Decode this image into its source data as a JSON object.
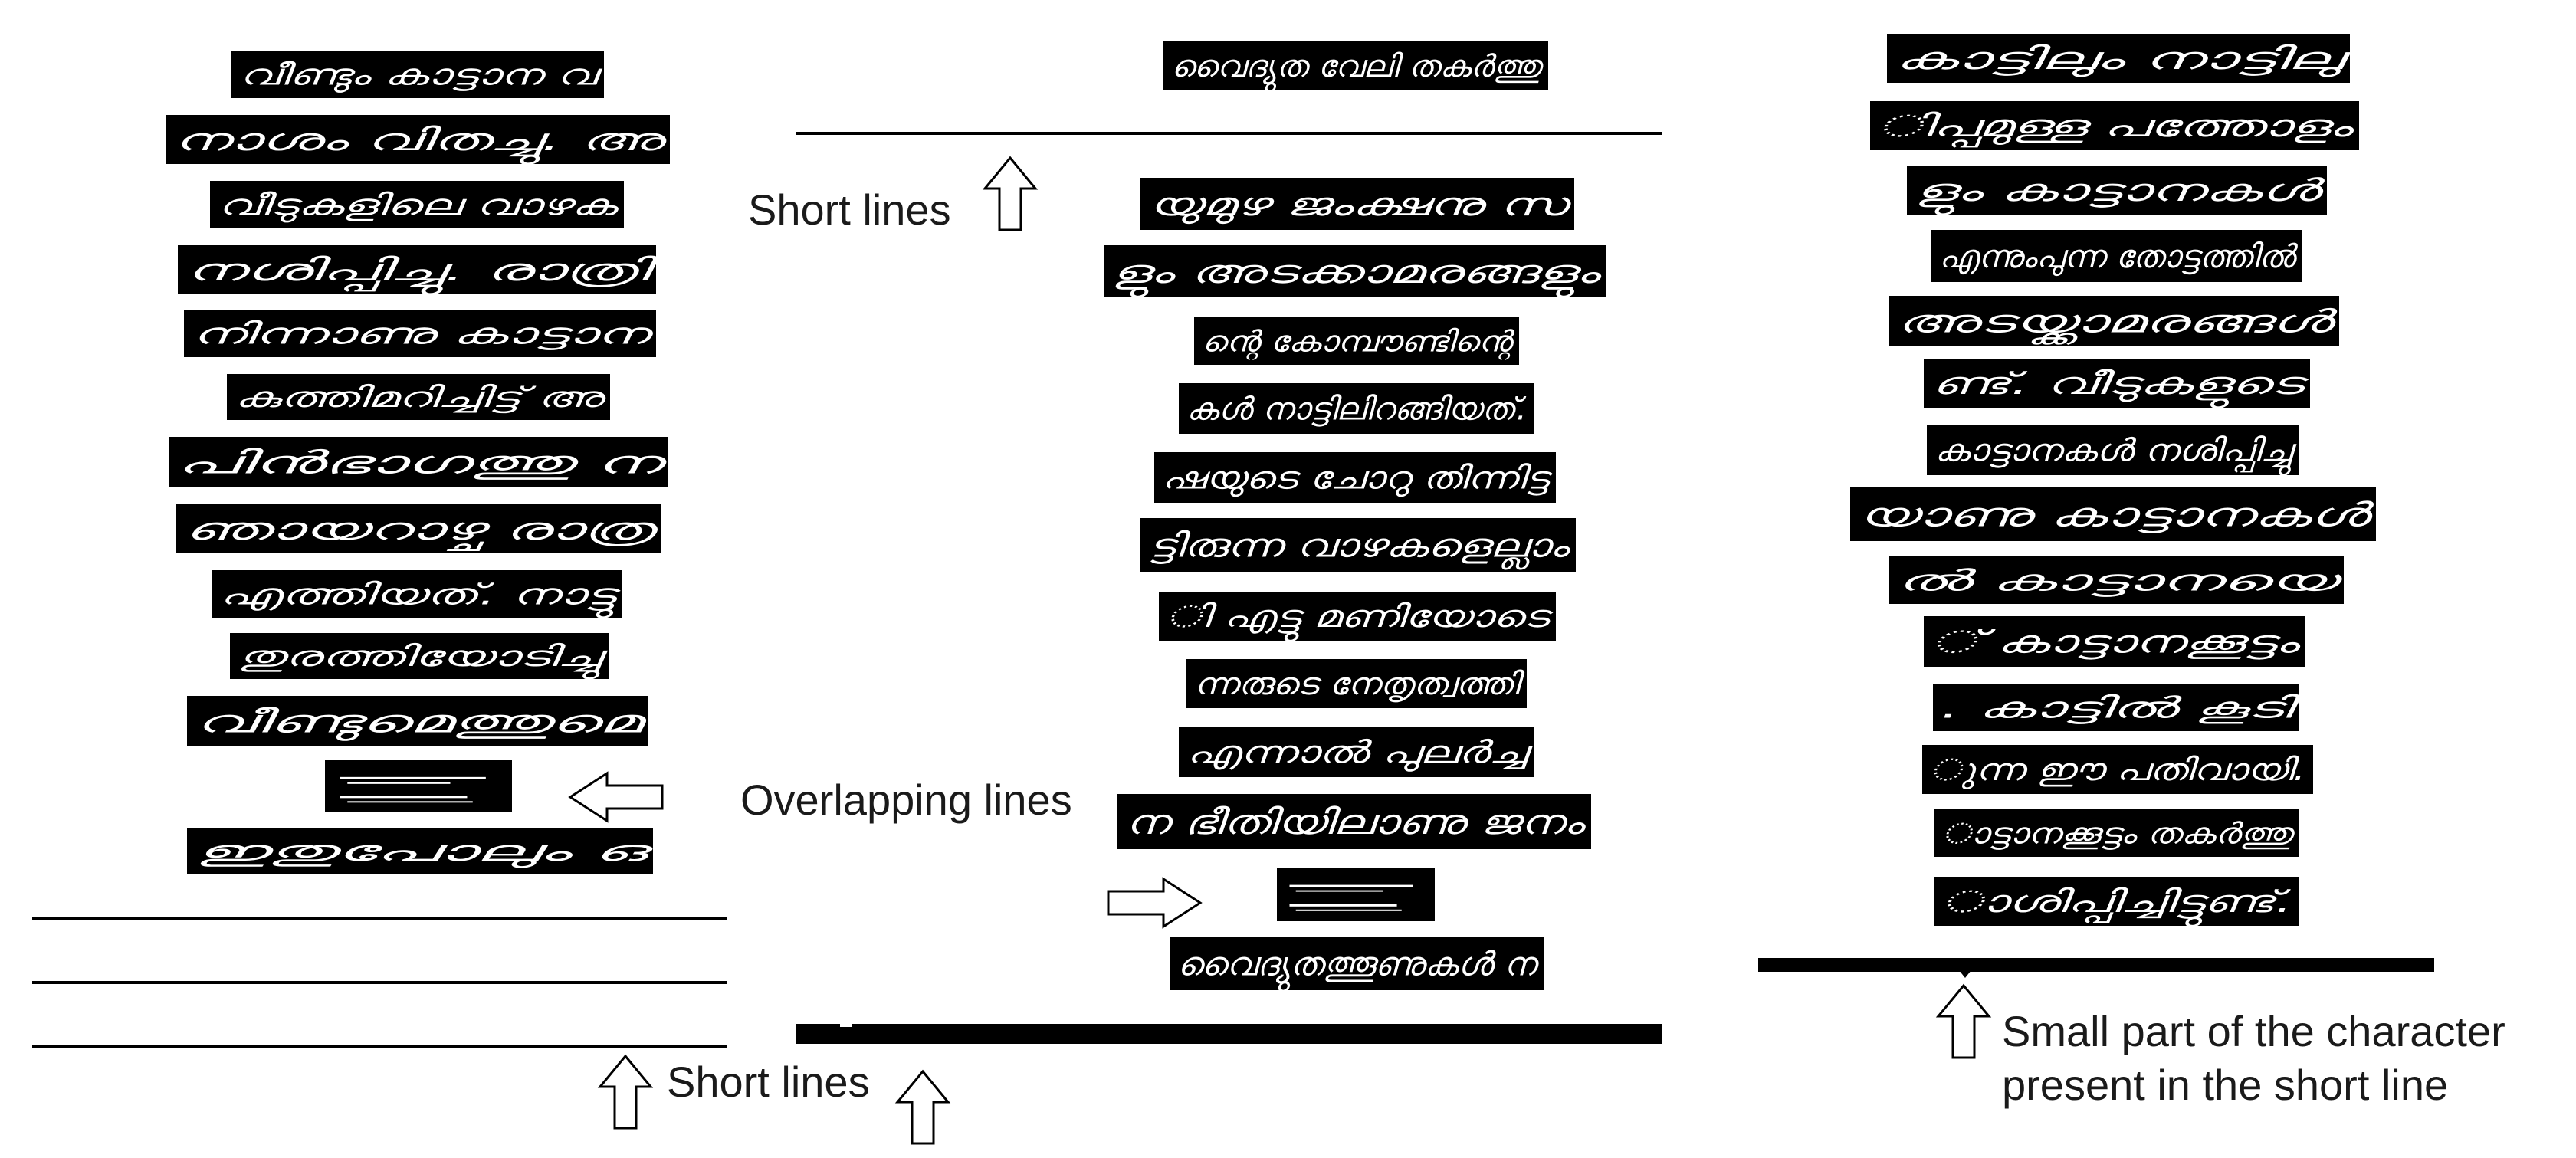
{
  "labels": {
    "short_lines_mid": "Short lines",
    "overlapping_lines": "Overlapping lines",
    "short_lines_bottom": "Short lines",
    "small_part_line1": "Small part of the character",
    "small_part_line2": "present in the short line"
  },
  "columns": [
    {
      "name": "left",
      "segments": [
        {
          "kind": "text",
          "text": "വീണ്ടും കാട്ടാന വ"
        },
        {
          "kind": "text",
          "text": "നാശം വിതച്ചു. അ"
        },
        {
          "kind": "text",
          "text": "വീടുകളിലെ വാഴക"
        },
        {
          "kind": "text",
          "text": "നശിപ്പിച്ചു. രാത്രി"
        },
        {
          "kind": "text",
          "text": "നിന്നാണു കാട്ടാന"
        },
        {
          "kind": "text",
          "text": "കുത്തിമറിച്ചിട്ട് അ"
        },
        {
          "kind": "text",
          "text": "പിൻഭാഗത്തു ന"
        },
        {
          "kind": "text",
          "text": "ഞായറാഴ്ച രാത്ര"
        },
        {
          "kind": "text",
          "text": "എത്തിയത്. നാട്ടു"
        },
        {
          "kind": "text",
          "text": "തുരത്തിയോടിച്ചു"
        },
        {
          "kind": "text",
          "text": "വീണ്ടുമെത്തുമെ"
        },
        {
          "kind": "overlap",
          "text": ""
        },
        {
          "kind": "text",
          "text": "ഇതുപോലും ഒ"
        },
        {
          "kind": "rule",
          "text": ""
        },
        {
          "kind": "rule",
          "text": ""
        },
        {
          "kind": "rule",
          "text": ""
        }
      ]
    },
    {
      "name": "middle",
      "segments": [
        {
          "kind": "text",
          "text": "വൈദ്യുത വേലി തകർത്തു"
        },
        {
          "kind": "rule",
          "text": ""
        },
        {
          "kind": "text",
          "text": "യുമുഴ ജംക്ഷനു സ"
        },
        {
          "kind": "text",
          "text": "ളും അടക്കാമരങ്ങളും"
        },
        {
          "kind": "text",
          "text": "ന്റെ കോമ്പൗണ്ടിന്റെ"
        },
        {
          "kind": "text",
          "text": "കൾ നാട്ടിലിറങ്ങിയത്."
        },
        {
          "kind": "text",
          "text": "ഷയുടെ ചോറു തിന്നിട്ട"
        },
        {
          "kind": "text",
          "text": "ട്ടിരുന്ന വാഴകളെല്ലാം"
        },
        {
          "kind": "text",
          "text": "ി എട്ടു മണിയോടെ"
        },
        {
          "kind": "text",
          "text": "ന്നരുടെ നേതൃത്വത്തി"
        },
        {
          "kind": "text",
          "text": "എന്നാൽ പുലർച്ച"
        },
        {
          "kind": "text",
          "text": "ന ഭീതിയിലാണു ജനം"
        },
        {
          "kind": "overlap",
          "text": ""
        },
        {
          "kind": "text",
          "text": "വൈദ്യുതത്തൂണുകൾ ന"
        },
        {
          "kind": "rule",
          "text": ""
        }
      ]
    },
    {
      "name": "right",
      "segments": [
        {
          "kind": "text",
          "text": "കാട്ടിലും നാട്ടിലു"
        },
        {
          "kind": "text",
          "text": "ിപ്പമുള്ള പത്തോളം"
        },
        {
          "kind": "text",
          "text": "ളും കാട്ടാനകൾ"
        },
        {
          "kind": "text",
          "text": "എന്നുംപുന്ന തോട്ടത്തിൽ"
        },
        {
          "kind": "text",
          "text": "അടയ്ക്കാമരങ്ങൾ"
        },
        {
          "kind": "text",
          "text": "ണ്ട്. വീടുകളുടെ"
        },
        {
          "kind": "text",
          "text": "കാട്ടാനകൾ നശിപ്പിച്ചു"
        },
        {
          "kind": "text",
          "text": "യാണു കാട്ടാനകൾ"
        },
        {
          "kind": "text",
          "text": "ൽ കാട്ടാനയെ"
        },
        {
          "kind": "text",
          "text": "് കാട്ടാനക്കൂട്ടം"
        },
        {
          "kind": "text",
          "text": ". കാട്ടിൽ കൂടി"
        },
        {
          "kind": "text",
          "text": "ുന്ന ഈ പതിവായി."
        },
        {
          "kind": "text",
          "text": "ാട്ടാനക്കൂട്ടം തകർത്തു"
        },
        {
          "kind": "text",
          "text": "ാശിപ്പിച്ചിട്ടുണ്ട്."
        },
        {
          "kind": "rule",
          "text": ""
        }
      ]
    }
  ]
}
